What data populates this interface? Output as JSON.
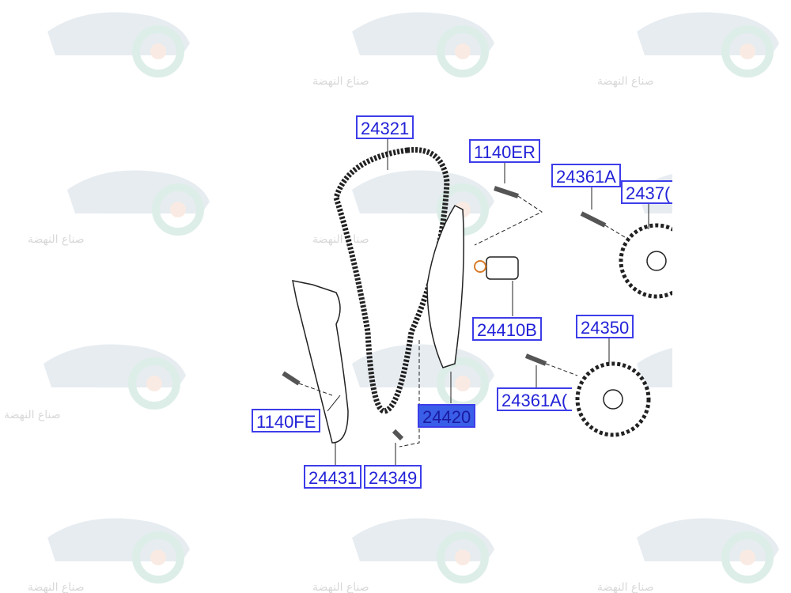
{
  "watermark": {
    "text": "صناع النهضة"
  },
  "labels": {
    "chain": "24321",
    "bolt_er": "1140ER",
    "bolt_a_top": "24361A",
    "sprocket_top": "2437(",
    "tensioner": "24410B",
    "sprocket_bottom": "24350",
    "bolt_a_bottom": "24361A(",
    "guide_right": "24420",
    "bolt_fe": "1140FE",
    "guide_left": "24431",
    "pin": "24349"
  },
  "selected_part": "24420",
  "colors": {
    "label_border": "#3d3dea",
    "label_text": "#2222d8",
    "selected_fill": "#3a5ee8"
  }
}
